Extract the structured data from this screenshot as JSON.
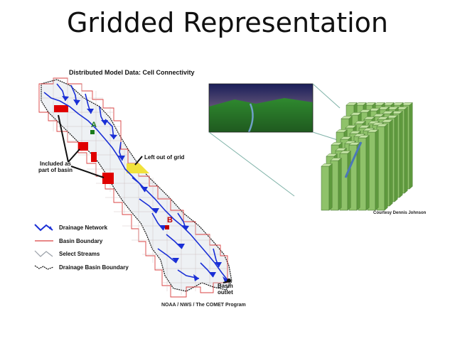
{
  "slide": {
    "title": "Gridded Representation"
  },
  "figure": {
    "subtitle": "Distributed Model Data: Cell Connectivity",
    "included_label": "Included as part of basin",
    "left_out_label": "Left out of grid",
    "point_a": "A",
    "point_b": "B",
    "outlet_label": "Basin outlet",
    "credit": "NOAA / NWS / The COMET Program"
  },
  "legend": {
    "items": [
      {
        "label": "Drainage Network",
        "icon": "drainage-network-icon"
      },
      {
        "label": "Basin Boundary",
        "icon": "basin-boundary-icon"
      },
      {
        "label": "Select Streams",
        "icon": "select-streams-icon"
      },
      {
        "label": "Drainage Basin Boundary",
        "icon": "drainage-basin-boundary-icon"
      }
    ]
  },
  "grid3d": {
    "credit": "Courtesy Dennis Johnson"
  },
  "colors": {
    "arrow": "#1a2fd6",
    "grid_red": "#d94040",
    "included_cell": "#e00000",
    "excluded_cell": "#f1e23c",
    "column_green": "#8fc26a"
  }
}
